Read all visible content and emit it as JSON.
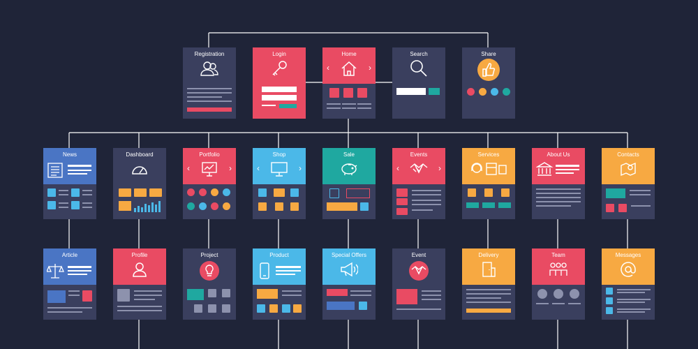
{
  "colors": {
    "background": "#1f2438",
    "card": "#3a3f5e",
    "red": "#e94b63",
    "blue": "#4bb8e8",
    "teal": "#1fa8a0",
    "orange": "#f7a942",
    "line": "#ffffff"
  },
  "top_level": [
    {
      "label": "Registration",
      "icon": "users-icon"
    },
    {
      "label": "Login",
      "icon": "key-icon"
    },
    {
      "label": "Home",
      "icon": "home-icon"
    },
    {
      "label": "Search",
      "icon": "magnifier-icon"
    },
    {
      "label": "Share",
      "icon": "thumbs-up-icon"
    }
  ],
  "second_level": [
    {
      "label": "News",
      "icon": "newspaper-icon"
    },
    {
      "label": "Dashboard",
      "icon": "gauge-icon"
    },
    {
      "label": "Portfolio",
      "icon": "presentation-icon"
    },
    {
      "label": "Shop",
      "icon": "monitor-icon"
    },
    {
      "label": "Sale",
      "icon": "piggy-bank-icon"
    },
    {
      "label": "Events",
      "icon": "handshake-icon"
    },
    {
      "label": "Services",
      "icon": "headset-icon"
    },
    {
      "label": "About Us",
      "icon": "bank-icon"
    },
    {
      "label": "Contacts",
      "icon": "map-pin-icon"
    }
  ],
  "third_level": [
    {
      "label": "Article",
      "icon": "scales-icon"
    },
    {
      "label": "Profile",
      "icon": "person-icon"
    },
    {
      "label": "Project",
      "icon": "lightbulb-icon"
    },
    {
      "label": "Product",
      "icon": "phone-icon"
    },
    {
      "label": "Special Offers",
      "icon": "megaphone-icon"
    },
    {
      "label": "Event",
      "icon": "handshake-icon"
    },
    {
      "label": "Delivery",
      "icon": "door-icon"
    },
    {
      "label": "Team",
      "icon": "team-icon"
    },
    {
      "label": "Messages",
      "icon": "at-icon"
    }
  ]
}
